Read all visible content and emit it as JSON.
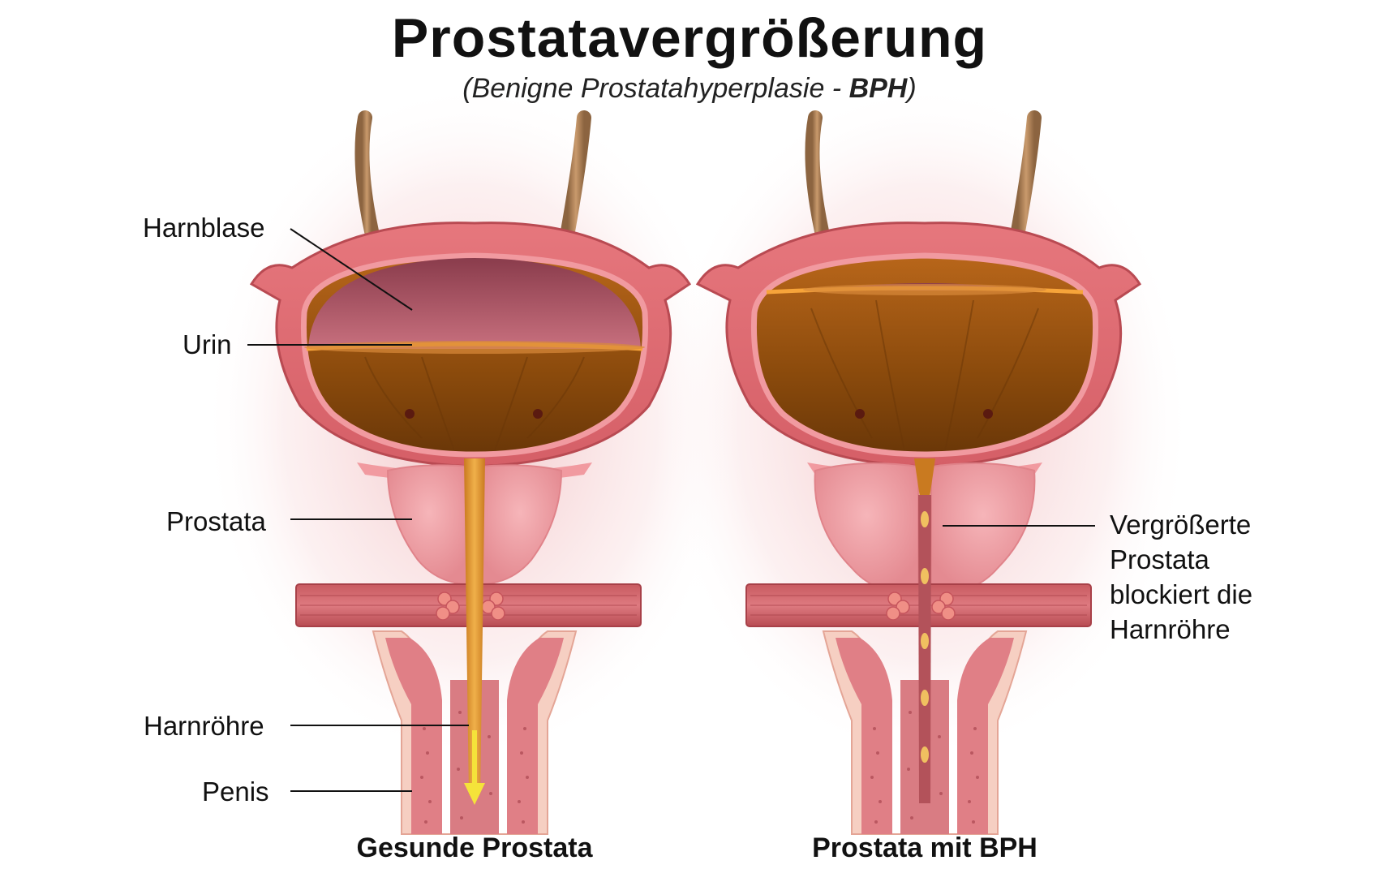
{
  "title": "Prostatavergrößerung",
  "subtitle": {
    "open": "(Benigne Prostatahyperplasie - ",
    "bold": "BPH",
    "close": ")"
  },
  "labels": {
    "harnblase": "Harnblase",
    "urin": "Urin",
    "prostata": "Prostata",
    "harnroehre": "Harnröhre",
    "penis": "Penis"
  },
  "bph_note": [
    "Vergrößerte",
    "Prostata",
    "blockiert die",
    "Harnröhre"
  ],
  "captions": {
    "healthy": "Gesunde Prostata",
    "bph": "Prostata mit BPH"
  },
  "colors": {
    "tissue": "#e8747a",
    "tissue_dark": "#b84a50",
    "urine": "#9a5410",
    "urine_light": "#e89a2c",
    "ureter": "#b78a5c",
    "prostate": "#f0a3a8",
    "flow_arrow": "#f5e33a"
  }
}
